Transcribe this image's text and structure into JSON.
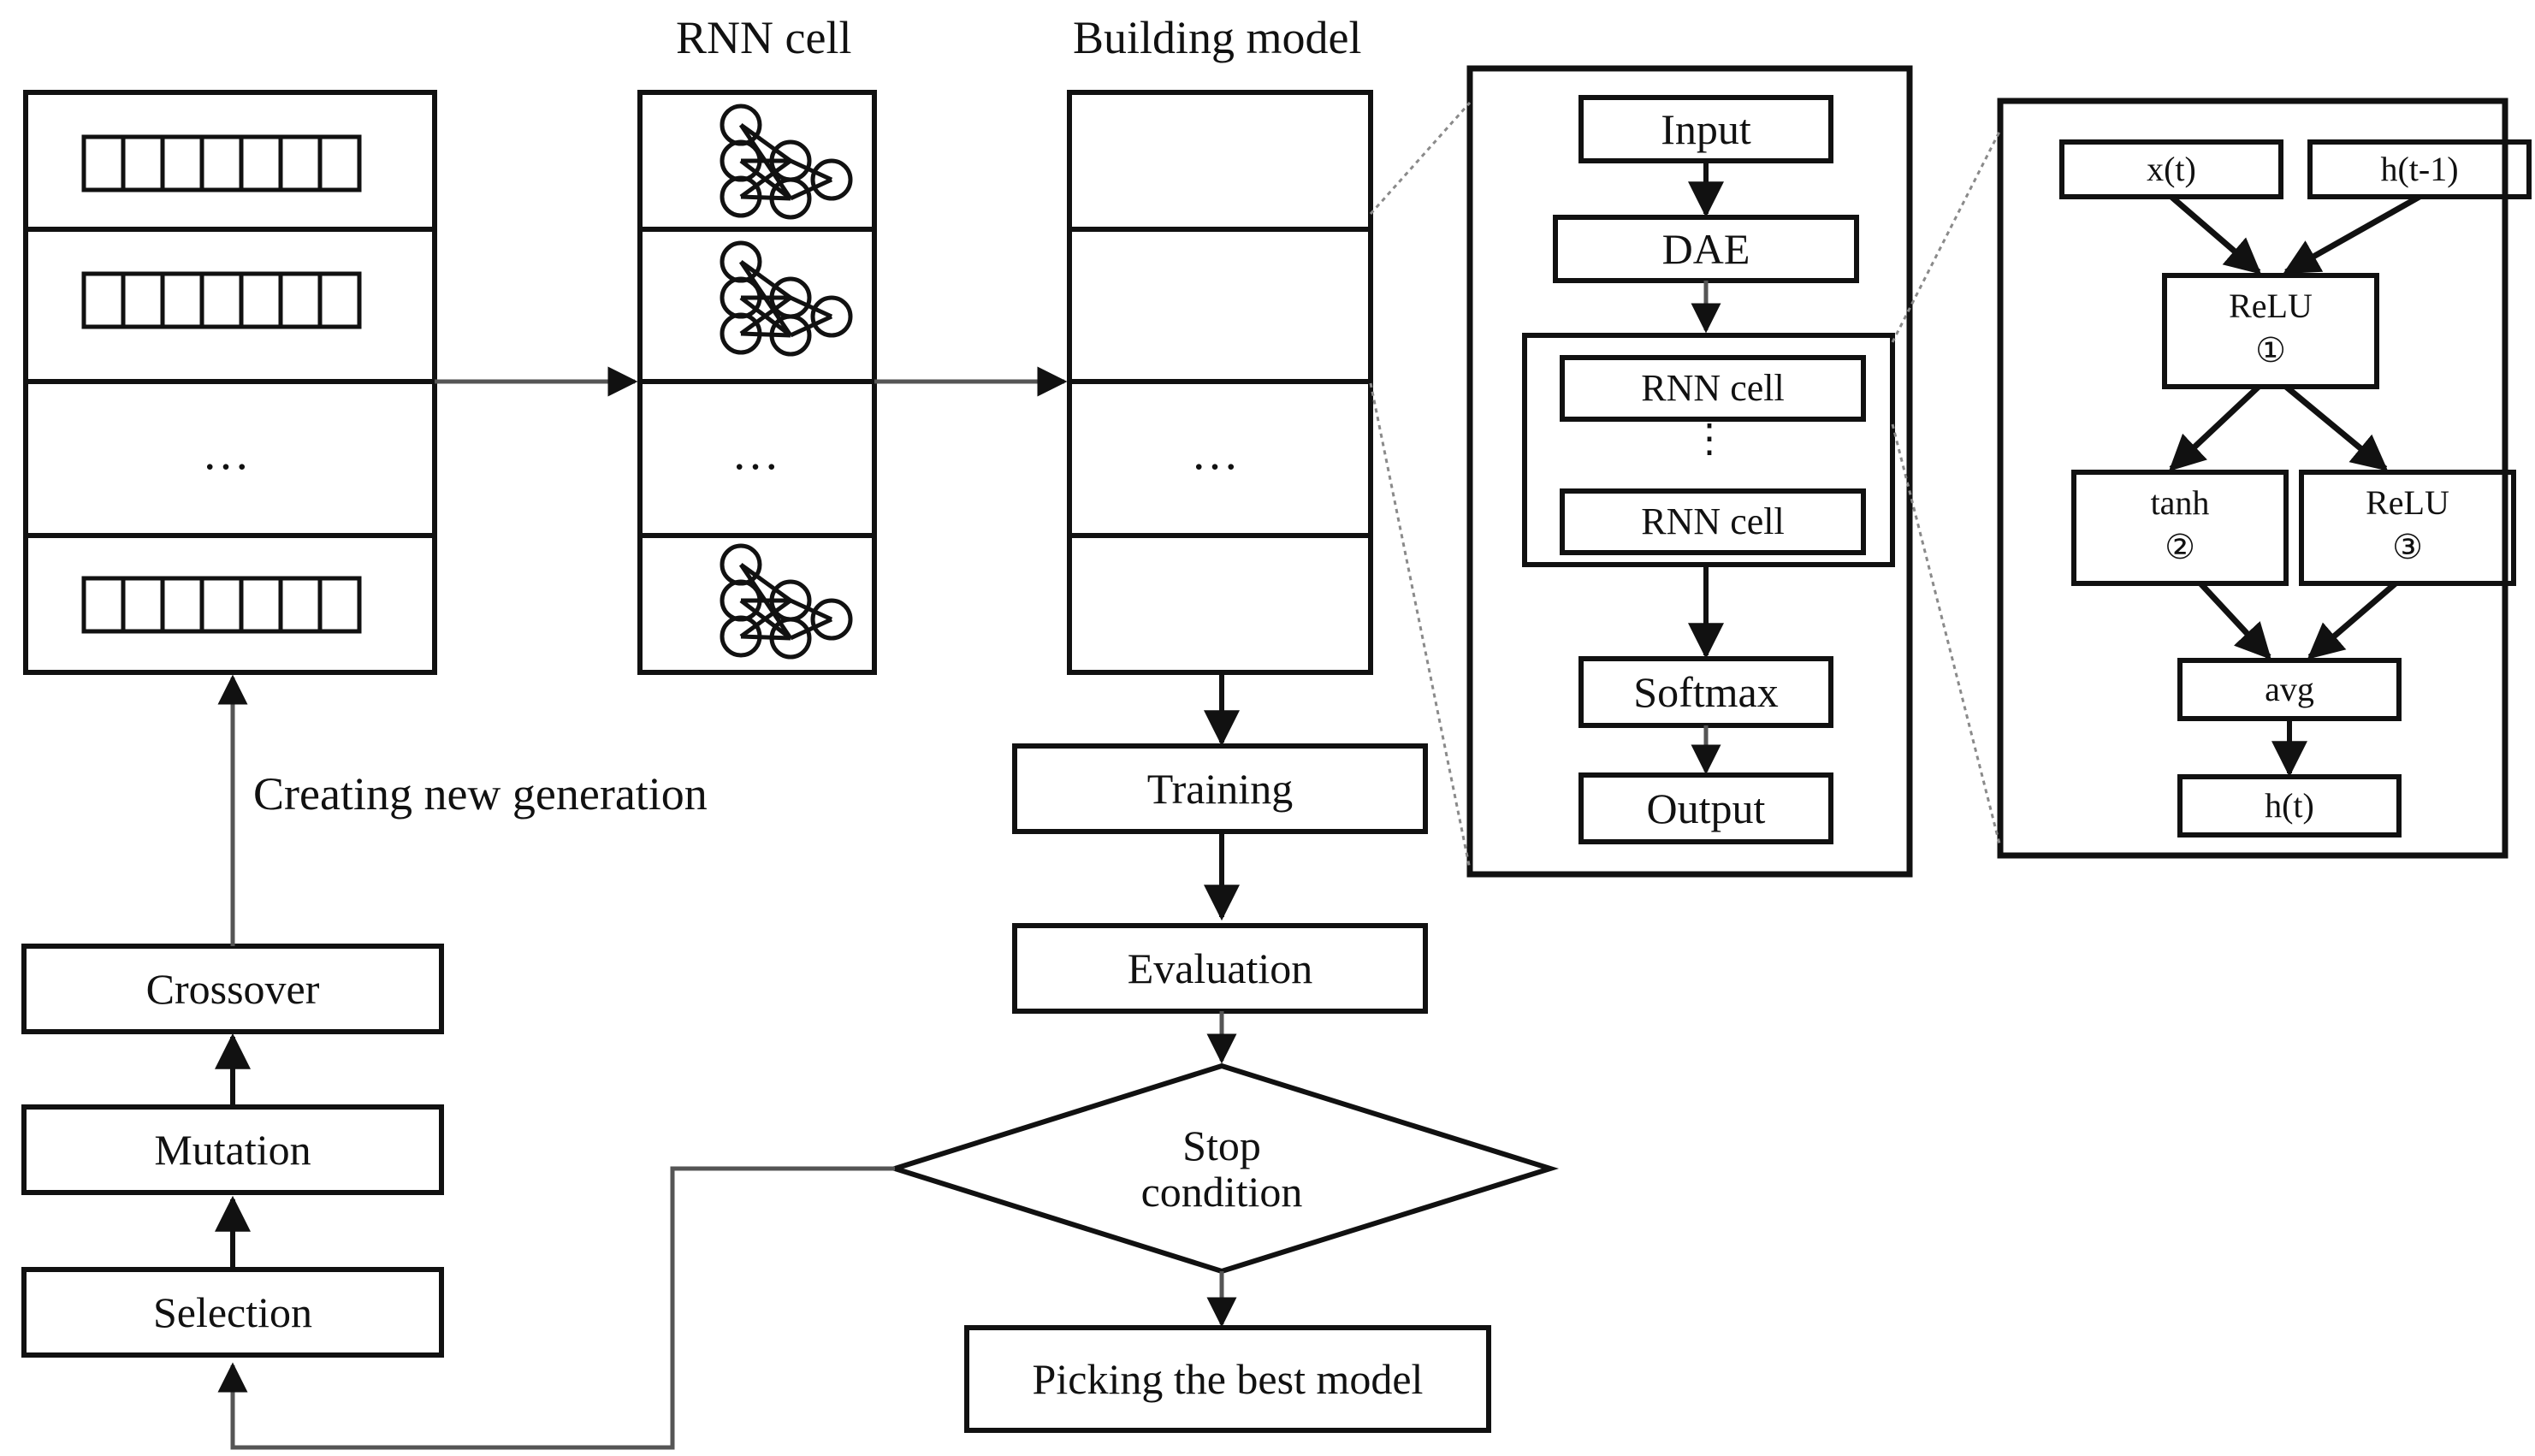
{
  "titles": {
    "rnn_cell": "RNN cell",
    "building_model": "Building model",
    "creating_new_generation": "Creating new generation"
  },
  "population": {
    "name": "population-column",
    "rows": 4,
    "chromosome_genes": 7,
    "ellipsis": "…",
    "row_kinds": [
      "chromosome",
      "chromosome",
      "ellipsis",
      "chromosome"
    ]
  },
  "rnn_cell_column": {
    "rows": 4,
    "ellipsis": "…",
    "row_kinds": [
      "network",
      "network",
      "ellipsis",
      "network"
    ],
    "network": {
      "input_nodes": 3,
      "hidden_nodes": 2,
      "output_nodes": 1
    }
  },
  "building_model_column": {
    "rows": 4,
    "ellipsis": "…",
    "row_kinds": [
      "empty",
      "empty",
      "ellipsis",
      "empty"
    ]
  },
  "ga_pipeline": {
    "crossover": "Crossover",
    "mutation": "Mutation",
    "selection": "Selection"
  },
  "training_pipeline": {
    "training": "Training",
    "evaluation": "Evaluation",
    "stop_condition": "Stop\ncondition",
    "picking_best": "Picking the best model"
  },
  "model_panel": {
    "input": "Input",
    "dae": "DAE",
    "rnn_cell_top": "RNN cell",
    "rnn_cell_bottom": "RNN cell",
    "vertical_ellipsis": "⋮",
    "softmax": "Softmax",
    "output": "Output"
  },
  "rnn_internals_panel": {
    "x_t": "x(t)",
    "h_t_minus_1": "h(t-1)",
    "relu_1_label": "ReLU",
    "relu_1_index": "①",
    "tanh_label": "tanh",
    "tanh_index": "②",
    "relu_3_label": "ReLU",
    "relu_3_index": "③",
    "avg": "avg",
    "h_t": "h(t)"
  },
  "colors": {
    "stroke": "#111111",
    "thin_stroke": "#555555",
    "dotted_stroke": "#777777",
    "background": "#ffffff"
  }
}
